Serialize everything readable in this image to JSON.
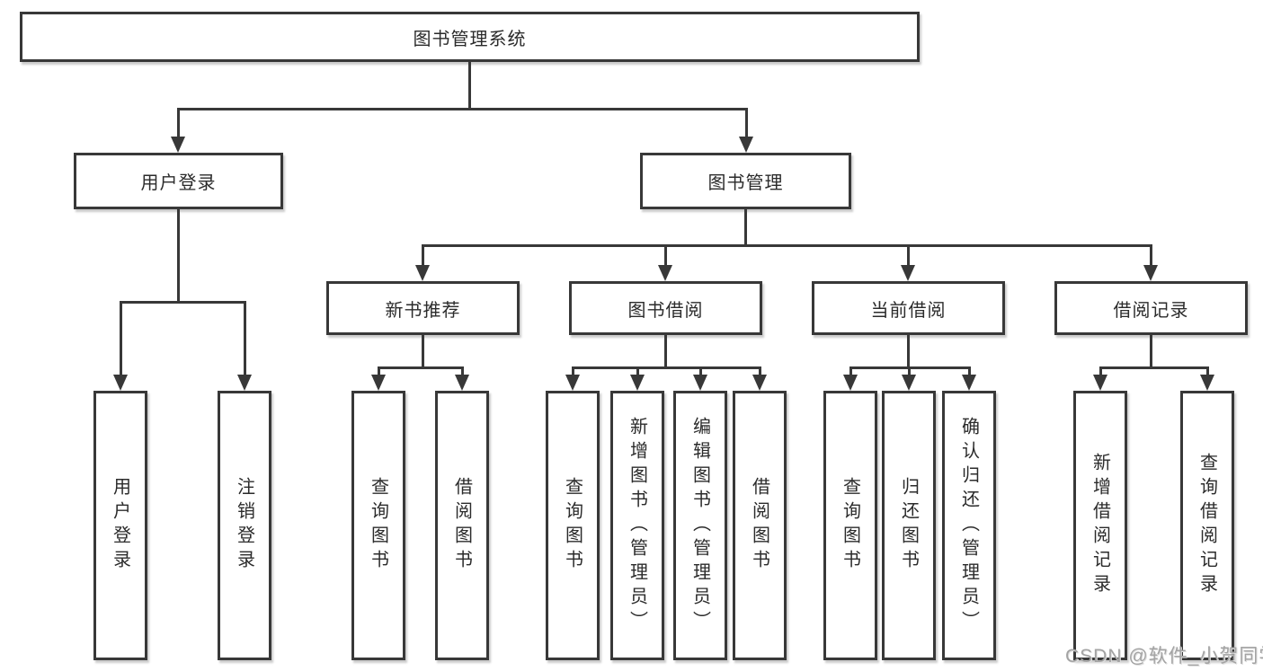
{
  "diagram": {
    "title": "图书管理系统",
    "type": "hierarchy-tree",
    "nodes": {
      "root": "图书管理系统",
      "user_login": "用户登录",
      "book_mgmt": "图书管理",
      "new_book_rec": "新书推荐",
      "book_borrow": "图书借阅",
      "current_borrow": "当前借阅",
      "borrow_records": "借阅记录",
      "leaf_login": "用户登录",
      "leaf_logout": "注销登录",
      "leaf_nbr_query": "查询图书",
      "leaf_nbr_borrow": "借阅图书",
      "leaf_bb_query": "查询图书",
      "leaf_bb_add": "新增图书（管理员）",
      "leaf_bb_edit": "编辑图书（管理员）",
      "leaf_bb_borrow": "借阅图书",
      "leaf_cb_query": "查询图书",
      "leaf_cb_return": "归还图书",
      "leaf_cb_confirm": "确认归还（管理员）",
      "leaf_br_add": "新增借阅记录",
      "leaf_br_query": "查询借阅记录"
    },
    "hierarchy": {
      "图书管理系统": {
        "用户登录": [
          "用户登录",
          "注销登录"
        ],
        "图书管理": {
          "新书推荐": [
            "查询图书",
            "借阅图书"
          ],
          "图书借阅": [
            "查询图书",
            "新增图书（管理员）",
            "编辑图书（管理员）",
            "借阅图书"
          ],
          "当前借阅": [
            "查询图书",
            "归还图书",
            "确认归还（管理员）"
          ],
          "借阅记录": [
            "新增借阅记录",
            "查询借阅记录"
          ]
        }
      }
    },
    "colors": {
      "line": "#383838",
      "text": "#2b2b2b",
      "background": "#ffffff",
      "watermark": "#a3a3a3"
    },
    "watermark": "CSDN @软件_小贺同学"
  }
}
